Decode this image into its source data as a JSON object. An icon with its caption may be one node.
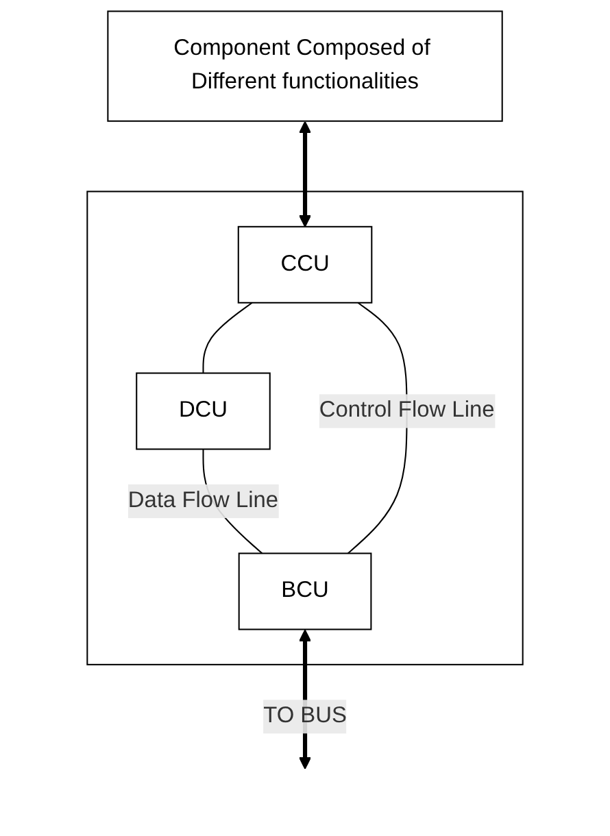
{
  "diagram": {
    "nodes": [
      {
        "text": [
          "Component Composed of Different functionalities"
        ]
      },
      {
        "text": [],
        "shape": "box"
      },
      {
        "text": [
          "CCU"
        ],
        "in": 1
      },
      {
        "text": [
          "DCU"
        ],
        "in": 1
      },
      {
        "text": [
          "BCU"
        ],
        "in": 1
      }
    ],
    "edges": [
      {
        "from": 0,
        "to": 2,
        "arrow": "both",
        "style": "thick"
      },
      {
        "from": 2,
        "to": 3,
        "arrow": "none"
      },
      {
        "from": 3,
        "to": 4,
        "arrow": "none",
        "label": "Data Flow Line"
      },
      {
        "from": 4,
        "to": 2,
        "arrow": "none",
        "label": "Control Flow Line"
      },
      {
        "from": 4,
        "to": null,
        "arrow": "both",
        "style": "thick",
        "label": "TO BUS"
      }
    ]
  }
}
